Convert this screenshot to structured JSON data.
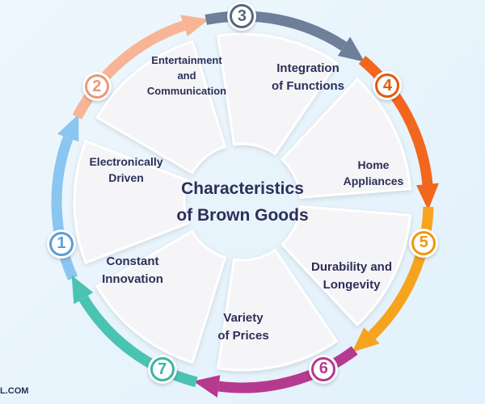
{
  "center_title": "Characteristics\nof Brown Goods",
  "footer_brand": "L.COM",
  "segments": [
    {
      "number": "1",
      "label": "Electronically\nDriven",
      "color": "#8ac6ef",
      "ring": "#5b9ed3"
    },
    {
      "number": "2",
      "label": "Entertainment\nand\nCommunication",
      "color": "#f7b596",
      "ring": "#e89978"
    },
    {
      "number": "3",
      "label": "Integration\nof Functions",
      "color": "#6e7f99",
      "ring": "#56677f"
    },
    {
      "number": "4",
      "label": "Home\nAppliances",
      "color": "#f2661d",
      "ring": "#e2590f"
    },
    {
      "number": "5",
      "label": "Durability and\nLongevity",
      "color": "#f6a41e",
      "ring": "#eb9a12"
    },
    {
      "number": "6",
      "label": "Variety\nof Prices",
      "color": "#b53a8f",
      "ring": "#b43a8f"
    },
    {
      "number": "7",
      "label": "Constant\nInnovation",
      "color": "#4ac3b3",
      "ring": "#3bb5a5"
    }
  ]
}
